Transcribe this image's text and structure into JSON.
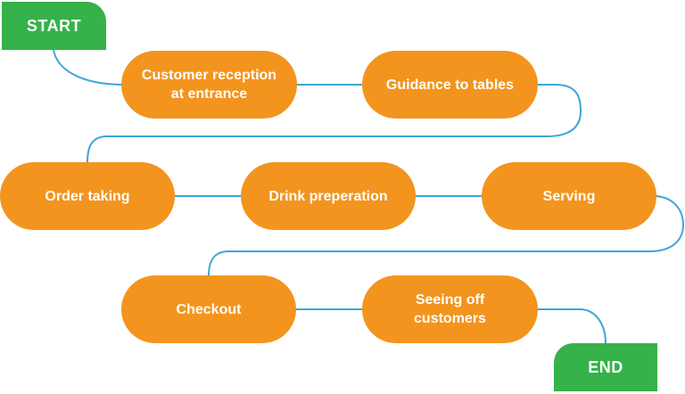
{
  "diagram": {
    "start_label": "START",
    "end_label": "END",
    "steps": [
      {
        "label": "Customer reception\nat entrance"
      },
      {
        "label": "Guidance to tables"
      },
      {
        "label": "Order taking"
      },
      {
        "label": "Drink preperation"
      },
      {
        "label": "Serving"
      },
      {
        "label": "Checkout"
      },
      {
        "label": "Seeing off\ncustomers"
      }
    ]
  },
  "colors": {
    "step_fill": "#f3941e",
    "terminal_fill": "#35b249",
    "connector": "#3aa6d8",
    "text": "#ffffff"
  }
}
